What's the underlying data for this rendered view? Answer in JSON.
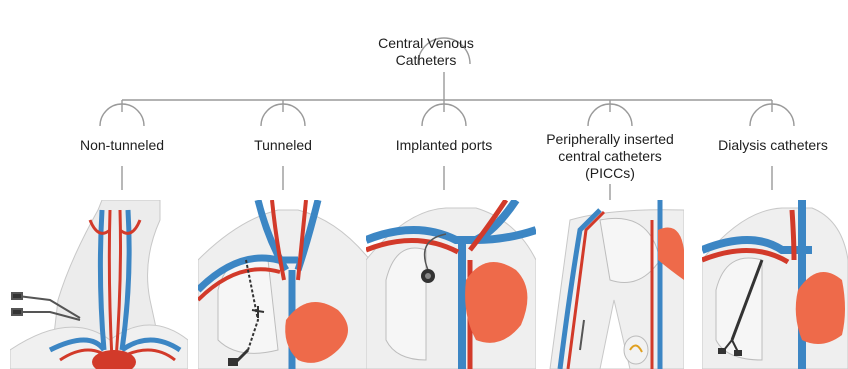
{
  "root": {
    "label": "Central Venous Catheters"
  },
  "categories": [
    {
      "label": "Non-tunneled"
    },
    {
      "label": "Tunneled"
    },
    {
      "label": "Implanted ports"
    },
    {
      "label": "Peripherally inserted central catheters (PICCs)"
    },
    {
      "label": "Dialysis catheters"
    }
  ],
  "colors": {
    "line": "#9a9a9a",
    "artery": "#d23a2a",
    "vein": "#3c86c4",
    "heart": "#ee6a4a",
    "body": "#e7e7e7",
    "outline": "#b8b8b8"
  }
}
